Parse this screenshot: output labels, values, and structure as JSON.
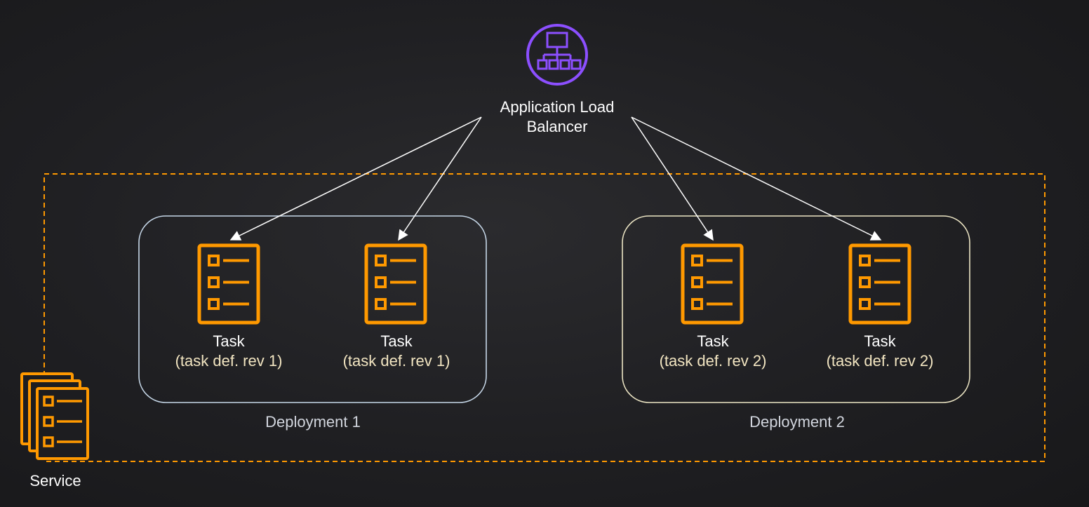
{
  "alb": {
    "line1": "Application Load",
    "line2": "Balancer",
    "icon": "load-balancer-icon"
  },
  "service": {
    "label": "Service",
    "icon": "service-stack-icon"
  },
  "deployments": [
    {
      "label": "Deployment 1",
      "tasks": [
        {
          "title": "Task",
          "revision": "(task def. rev 1)"
        },
        {
          "title": "Task",
          "revision": "(task def. rev 1)"
        }
      ]
    },
    {
      "label": "Deployment 2",
      "tasks": [
        {
          "title": "Task",
          "revision": "(task def. rev 2)"
        },
        {
          "title": "Task",
          "revision": "(task def. rev 2)"
        }
      ]
    }
  ],
  "colors": {
    "orange": "#ff9900",
    "purple": "#8c4fff",
    "deployment1_border": "#c6d7e8",
    "deployment2_border": "#ece5c4",
    "revision_text": "#f3e6c2"
  }
}
